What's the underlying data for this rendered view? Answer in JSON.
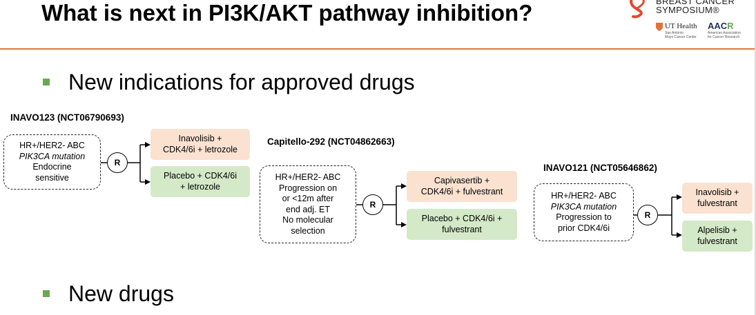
{
  "slide": {
    "title": "What is next in PI3K/AKT pathway inhibition?"
  },
  "logo": {
    "line1": "BREAST CANCER",
    "line2": "SYMPOSIUM®",
    "ut_health": "UT Health",
    "ut_sub1": "San Antonio",
    "ut_sub2": "Mays Cancer Center",
    "aacr_prefix": "AAC",
    "aacr_suffix": "R",
    "aacr_sub1": "American Association",
    "aacr_sub2": "for Cancer Research",
    "colors": {
      "logo_red": "#e24a2b",
      "aacr_navy": "#1f2d5c",
      "aacr_green": "#6aa84f"
    }
  },
  "bullets": [
    {
      "text": "New indications for approved drugs"
    },
    {
      "text": "New drugs"
    }
  ],
  "trials": [
    {
      "title": "INAVO123 (NCT06790693)",
      "population": [
        "HR+/HER2- ABC",
        "PIK3CA mutation",
        "Endocrine",
        "sensitive"
      ],
      "randomize_label": "R",
      "arms": [
        {
          "lines": [
            "Inavolisib +",
            "CDK4/6i + letrozole"
          ],
          "color": "orange"
        },
        {
          "lines": [
            "Placebo + CDK4/6i",
            "+ letrozole"
          ],
          "color": "green"
        }
      ]
    },
    {
      "title": "Capitello-292 (NCT04862663)",
      "population": [
        "HR+/HER2- ABC",
        "Progression on",
        "or <12m after",
        "end adj. ET",
        "No molecular",
        "selection"
      ],
      "randomize_label": "R",
      "arms": [
        {
          "lines": [
            "Capivasertib +",
            "CDK4/6i + fulvestrant"
          ],
          "color": "orange"
        },
        {
          "lines": [
            "Placebo + CDK4/6i +",
            "fulvestrant"
          ],
          "color": "green"
        }
      ]
    },
    {
      "title": "INAVO121 (NCT05646862)",
      "population": [
        "HR+/HER2- ABC",
        "PIK3CA mutation",
        "Progression to",
        "prior CDK4/6i"
      ],
      "randomize_label": "R",
      "arms": [
        {
          "lines": [
            "Inavolisib +",
            "fulvestrant"
          ],
          "color": "orange"
        },
        {
          "lines": [
            "Alpelisib +",
            "fulvestrant"
          ],
          "color": "green"
        }
      ]
    }
  ],
  "colors": {
    "accent_rule": "#e8703a",
    "bullet": "#6aa84f",
    "arm_orange": "#fbe1d0",
    "arm_green": "#d4e9c8"
  }
}
